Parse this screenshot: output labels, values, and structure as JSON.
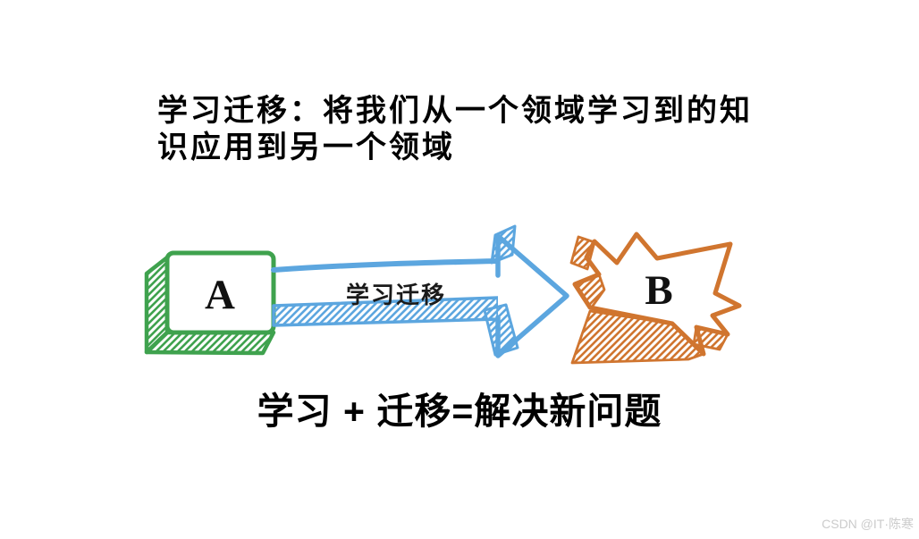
{
  "page": {
    "background_color": "#ffffff"
  },
  "title": {
    "line1": "学习迁移：将我们从一个领域学习到的知",
    "line2": "识应用到另一个领域"
  },
  "diagram": {
    "node_a": {
      "label": "A",
      "shape": "sketch-3d-box",
      "color": "#3FA24E"
    },
    "arrow": {
      "label": "学习迁移",
      "direction": "right",
      "color": "#5CA6DF"
    },
    "node_b": {
      "label": "B",
      "shape": "sketch-starburst",
      "color": "#D0752F"
    }
  },
  "formula": {
    "text": "学习 + 迁移=解决新问题"
  },
  "watermark": {
    "text": "CSDN @IT·陈寒",
    "color": "#CBCBCB"
  }
}
